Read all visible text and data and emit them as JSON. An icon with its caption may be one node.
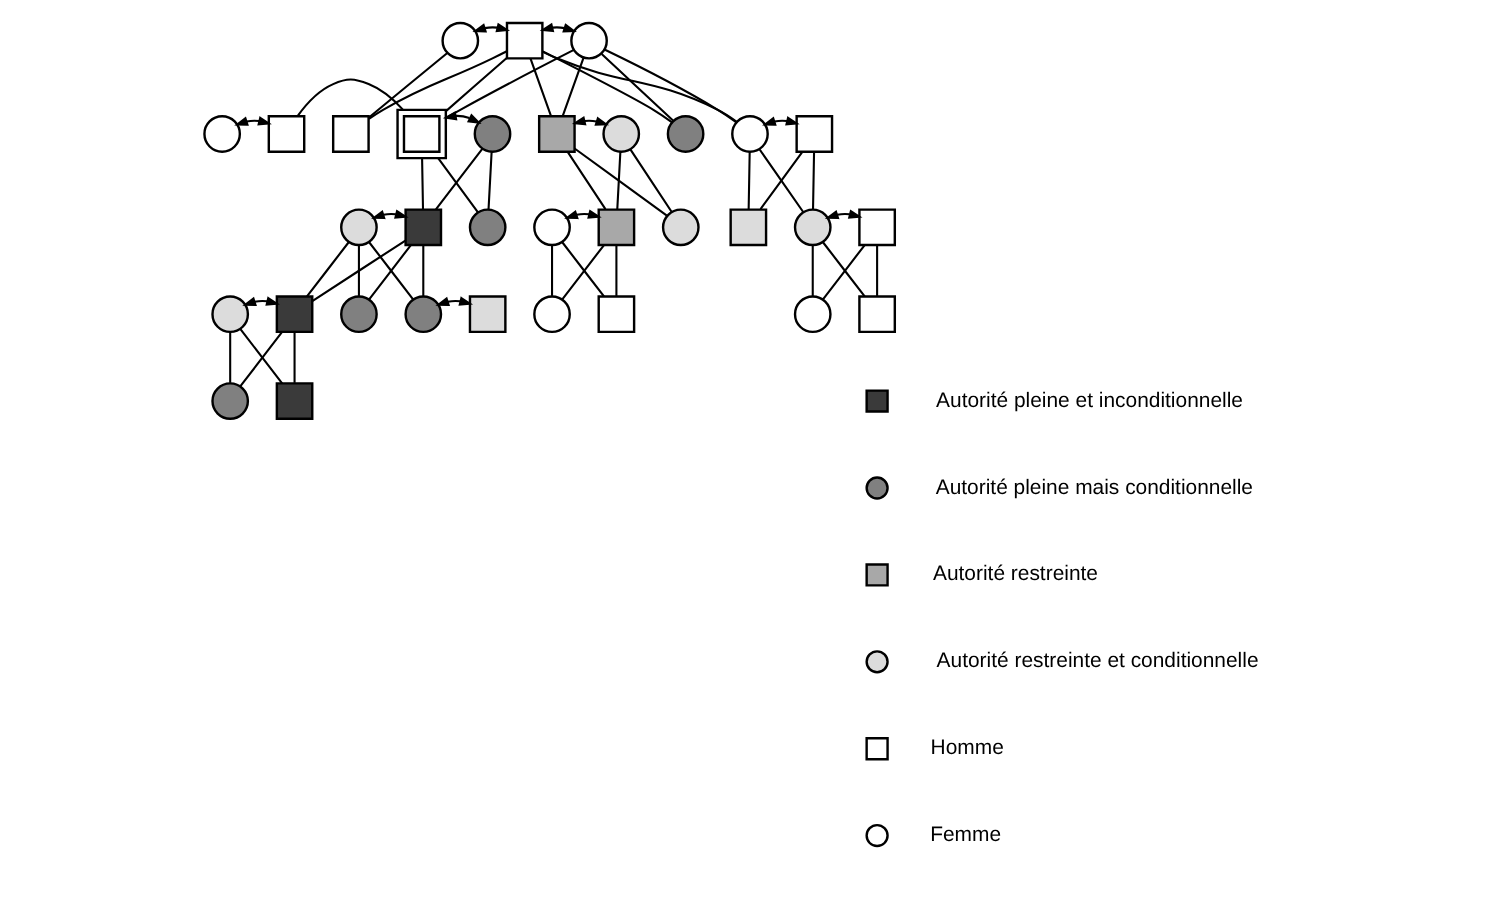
{
  "diagram": {
    "nodes": [
      {
        "text": [],
        "shape": "circle"
      },
      {
        "text": [],
        "shape": "box"
      },
      {
        "text": [],
        "shape": "circle"
      },
      {
        "text": [],
        "shape": "circle"
      },
      {
        "text": [],
        "shape": "box"
      },
      {
        "text": [],
        "shape": "box"
      },
      {
        "text": [],
        "shape": "box"
      },
      {
        "text": [],
        "shape": "circle"
      },
      {
        "text": [],
        "shape": "box"
      },
      {
        "text": [],
        "shape": "circle"
      },
      {
        "text": [],
        "shape": "circle"
      },
      {
        "text": [],
        "shape": "circle"
      },
      {
        "text": [],
        "shape": "box"
      },
      {
        "text": [],
        "shape": "circle"
      },
      {
        "text": [],
        "shape": "box"
      },
      {
        "text": [],
        "shape": "circle"
      },
      {
        "text": [],
        "shape": "circle"
      },
      {
        "text": [],
        "shape": "box"
      },
      {
        "text": [],
        "shape": "circle"
      },
      {
        "text": [],
        "shape": "box"
      },
      {
        "text": [],
        "shape": "circle"
      },
      {
        "text": [],
        "shape": "box"
      },
      {
        "text": [],
        "shape": "circle"
      },
      {
        "text": [],
        "shape": "box"
      },
      {
        "text": [],
        "shape": "circle"
      },
      {
        "text": [],
        "shape": "circle"
      },
      {
        "text": [],
        "shape": "box"
      },
      {
        "text": [],
        "shape": "circle"
      },
      {
        "text": [],
        "shape": "box"
      },
      {
        "text": [],
        "shape": "circle"
      },
      {
        "text": [],
        "shape": "box"
      },
      {
        "text": [],
        "shape": "circle"
      },
      {
        "text": [],
        "shape": "box"
      }
    ],
    "edges": [
      {
        "from": 0,
        "to": 1,
        "arrow": "both"
      },
      {
        "from": 1,
        "to": 2,
        "arrow": "both"
      },
      {
        "from": 0,
        "to": 5,
        "arrow": "none"
      },
      {
        "from": 1,
        "to": 5,
        "arrow": "none"
      },
      {
        "from": 1,
        "to": 6,
        "arrow": "none"
      },
      {
        "from": 2,
        "to": 6,
        "arrow": "none"
      },
      {
        "from": 1,
        "to": 8,
        "arrow": "none"
      },
      {
        "from": 2,
        "to": 8,
        "arrow": "none"
      },
      {
        "from": 1,
        "to": 10,
        "arrow": "none"
      },
      {
        "from": 2,
        "to": 10,
        "arrow": "none"
      },
      {
        "from": 1,
        "to": 11,
        "arrow": "none"
      },
      {
        "from": 2,
        "to": 11,
        "arrow": "none"
      },
      {
        "from": 3,
        "to": 4,
        "arrow": "both"
      },
      {
        "from": 4,
        "to": 6,
        "arrow": "none"
      },
      {
        "from": 6,
        "to": 7,
        "arrow": "both"
      },
      {
        "from": 8,
        "to": 9,
        "arrow": "both"
      },
      {
        "from": 11,
        "to": 12,
        "arrow": "both"
      },
      {
        "from": 6,
        "to": 14,
        "arrow": "none"
      },
      {
        "from": 7,
        "to": 14,
        "arrow": "none"
      },
      {
        "from": 6,
        "to": 15,
        "arrow": "none"
      },
      {
        "from": 7,
        "to": 15,
        "arrow": "none"
      },
      {
        "from": 8,
        "to": 17,
        "arrow": "none"
      },
      {
        "from": 9,
        "to": 17,
        "arrow": "none"
      },
      {
        "from": 8,
        "to": 18,
        "arrow": "none"
      },
      {
        "from": 9,
        "to": 18,
        "arrow": "none"
      },
      {
        "from": 11,
        "to": 19,
        "arrow": "none"
      },
      {
        "from": 12,
        "to": 19,
        "arrow": "none"
      },
      {
        "from": 11,
        "to": 20,
        "arrow": "none"
      },
      {
        "from": 12,
        "to": 20,
        "arrow": "none"
      },
      {
        "from": 13,
        "to": 14,
        "arrow": "both"
      },
      {
        "from": 16,
        "to": 17,
        "arrow": "both"
      },
      {
        "from": 20,
        "to": 21,
        "arrow": "both"
      },
      {
        "from": 13,
        "to": 23,
        "arrow": "none"
      },
      {
        "from": 14,
        "to": 23,
        "arrow": "none"
      },
      {
        "from": 13,
        "to": 24,
        "arrow": "none"
      },
      {
        "from": 14,
        "to": 24,
        "arrow": "none"
      },
      {
        "from": 13,
        "to": 25,
        "arrow": "none"
      },
      {
        "from": 14,
        "to": 25,
        "arrow": "none"
      },
      {
        "from": 16,
        "to": 27,
        "arrow": "none"
      },
      {
        "from": 17,
        "to": 27,
        "arrow": "none"
      },
      {
        "from": 16,
        "to": 28,
        "arrow": "none"
      },
      {
        "from": 17,
        "to": 28,
        "arrow": "none"
      },
      {
        "from": 20,
        "to": 29,
        "arrow": "none"
      },
      {
        "from": 21,
        "to": 29,
        "arrow": "none"
      },
      {
        "from": 20,
        "to": 30,
        "arrow": "none"
      },
      {
        "from": 21,
        "to": 30,
        "arrow": "none"
      },
      {
        "from": 22,
        "to": 23,
        "arrow": "both"
      },
      {
        "from": 25,
        "to": 26,
        "arrow": "both"
      },
      {
        "from": 22,
        "to": 31,
        "arrow": "none"
      },
      {
        "from": 23,
        "to": 31,
        "arrow": "none"
      },
      {
        "from": 22,
        "to": 32,
        "arrow": "none"
      },
      {
        "from": 23,
        "to": 32,
        "arrow": "none"
      }
    ],
    "legend": [
      {
        "text": "Autorité pleine et inconditionnelle"
      },
      {
        "text": "Autorité pleine mais conditionnelle"
      },
      {
        "text": "Autorité restreinte"
      },
      {
        "text": "Autorité restreinte et conditionnelle"
      },
      {
        "text": "Homme"
      },
      {
        "text": "Femme"
      }
    ]
  }
}
